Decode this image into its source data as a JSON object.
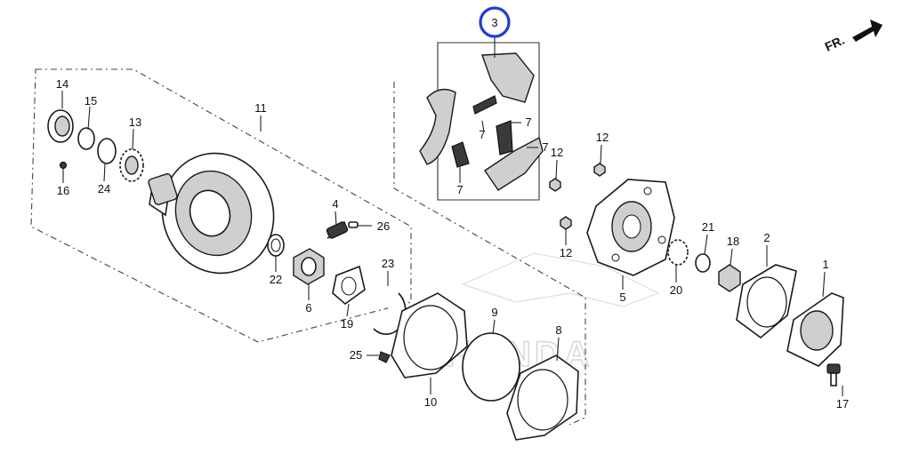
{
  "diagram": {
    "watermark": "HONDA",
    "direction_label": "FR.",
    "highlight_color": "#1f3fd6",
    "highlighted_callout": "3",
    "callouts": {
      "c1": "1",
      "c2": "2",
      "c3": "3",
      "c4": "4",
      "c5": "5",
      "c6": "6",
      "c7a": "7",
      "c7b": "7",
      "c7c": "7",
      "c7d": "7",
      "c8": "8",
      "c9": "9",
      "c10": "10",
      "c11": "11",
      "c12a": "12",
      "c12b": "12",
      "c12c": "12",
      "c13": "13",
      "c14": "14",
      "c15": "15",
      "c16": "16",
      "c17": "17",
      "c18": "18",
      "c19": "19",
      "c20": "20",
      "c21": "21",
      "c22": "22",
      "c23": "23",
      "c24": "24",
      "c25": "25",
      "c26": "26"
    }
  }
}
